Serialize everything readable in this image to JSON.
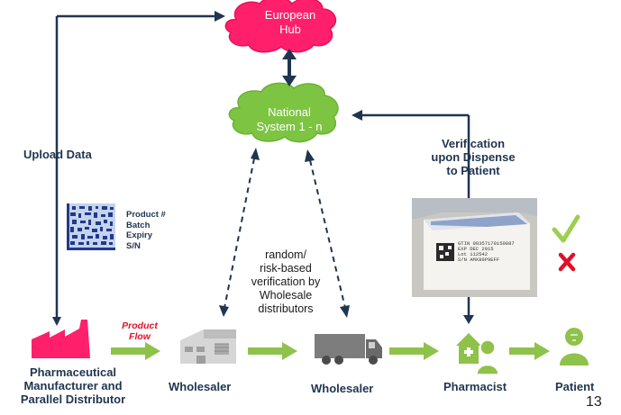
{
  "european_hub": {
    "line1": "European",
    "line2": "Hub"
  },
  "national_system": {
    "line1": "National",
    "line2": "System 1 - n"
  },
  "upload_data": "Upload Data",
  "verification": {
    "line1": "Verification",
    "line2": "upon Dispense",
    "line3": "to Patient"
  },
  "datamatrix_fields": [
    "Product #",
    "Batch",
    "Expiry",
    "S/N"
  ],
  "random_verification": {
    "line1": "random/",
    "line2": "risk-based",
    "line3": "verification by",
    "line4": "Wholesale",
    "line5": "distributors"
  },
  "product_flow": {
    "line1": "Product",
    "line2": "Flow"
  },
  "actors": {
    "manufacturer": {
      "line1": "Pharmaceutical",
      "line2": "Manufacturer and",
      "line3": "Parallel Distributor"
    },
    "wholesaler_1": "Wholesaler",
    "wholesaler_2": "Wholesaler",
    "pharmacist": "Pharmacist",
    "patient": "Patient"
  },
  "pack_label": {
    "line1": "GTIN 00357170150087",
    "line2": "EXP DEC 2015",
    "line3": "Lot 112542",
    "line4": "S/N AMX89P9EFF"
  },
  "status_icons": [
    "check-icon",
    "cross-icon"
  ],
  "colors": {
    "cloud_pink": "#ff1f6b",
    "cloud_green": "#7dc442",
    "arrow_green": "#8fc24a",
    "navy": "#1f3550",
    "factory_pink": "#ff1f6b",
    "flow_red": "#e0102b"
  },
  "page_number": "13"
}
